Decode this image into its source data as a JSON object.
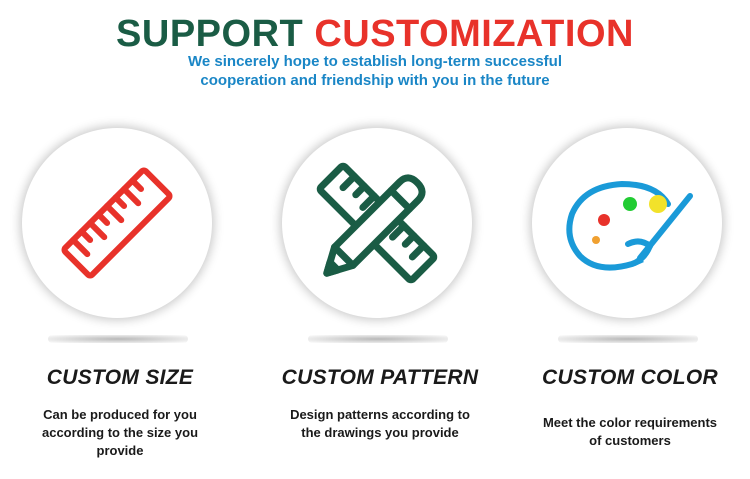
{
  "header": {
    "title_part1": "SUPPORT",
    "title_part2": "CUSTOMIZATION",
    "subtitle_line1": "We sincerely hope to establish long-term successful",
    "subtitle_line2": "cooperation and friendship with you in the future"
  },
  "colors": {
    "title_green": "#1a5c45",
    "title_red": "#e8322a",
    "subtitle_blue": "#1a86c6",
    "ruler_red": "#e8322a",
    "pattern_green": "#1a5c45",
    "palette_blue": "#1a9ad8"
  },
  "cards": [
    {
      "icon": "ruler-icon",
      "title": "CUSTOM SIZE",
      "desc_line1": "Can be produced for you",
      "desc_line2": "according to the size you",
      "desc_line3": "provide"
    },
    {
      "icon": "ruler-pencil-icon",
      "title": "CUSTOM PATTERN",
      "desc_line1": "Design patterns according to",
      "desc_line2": "the drawings you provide"
    },
    {
      "icon": "paint-palette-icon",
      "title": "CUSTOM COLOR",
      "desc_line1": "Meet the color requirements",
      "desc_line2": "of customers"
    }
  ]
}
